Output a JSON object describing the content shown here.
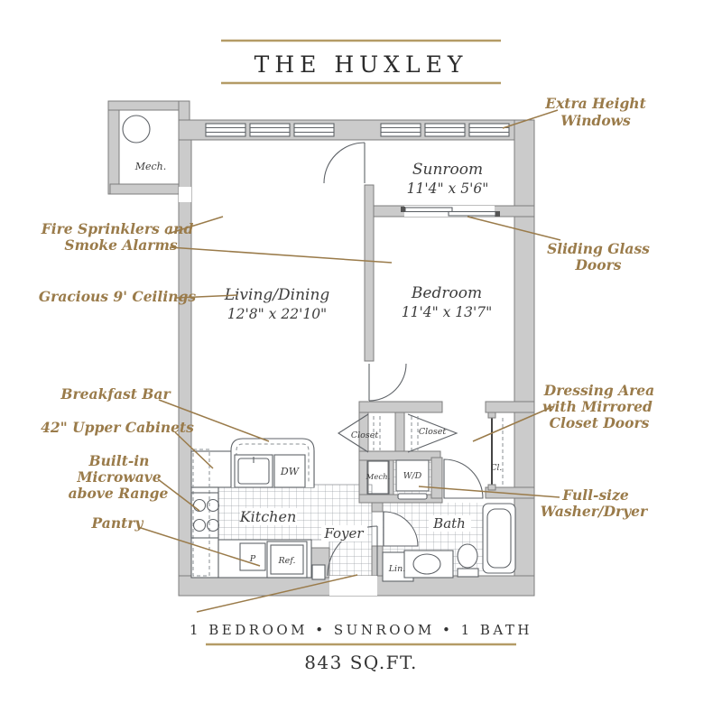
{
  "title": "THE HUXLEY",
  "rooms": {
    "mech_top": "Mech.",
    "sunroom": {
      "name": "Sunroom",
      "dims": "11'4\" x 5'6\""
    },
    "living": {
      "name": "Living/Dining",
      "dims": "12'8\" x 22'10\""
    },
    "bedroom": {
      "name": "Bedroom",
      "dims": "11'4\" x 13'7\""
    },
    "kitchen": "Kitchen",
    "foyer": "Foyer",
    "bath": "Bath",
    "closet_left": "Closet",
    "closet_right": "Closet",
    "mech_small": "Mech.",
    "washer_dryer": "W/D",
    "closet_small": "Cl.",
    "linen": "Lin.",
    "pantry": "P",
    "refrigerator": "Ref.",
    "dishwasher": "DW"
  },
  "annotations": {
    "extra_height_windows": [
      "Extra Height",
      "Windows"
    ],
    "fire_sprinklers": [
      "Fire Sprinklers and",
      "Smoke Alarms"
    ],
    "ceilings": [
      "Gracious 9' Ceilings"
    ],
    "breakfast_bar": [
      "Breakfast Bar"
    ],
    "upper_cabinets": [
      "42\" Upper Cabinets"
    ],
    "microwave": [
      "Built-in",
      "Microwave",
      "above Range"
    ],
    "pantry": [
      "Pantry"
    ],
    "sliding_doors": [
      "Sliding Glass",
      "Doors"
    ],
    "dressing_area": [
      "Dressing Area",
      "with Mirrored",
      "Closet Doors"
    ],
    "washer_dryer": [
      "Full-size",
      "Washer/Dryer"
    ]
  },
  "footer": {
    "summary": "1 BEDROOM • SUNROOM • 1 BATH",
    "area": "843 SQ.FT."
  },
  "colors": {
    "accent_gold": "#9a7b4a",
    "rule_gold": "#b49b66",
    "wall_gray": "#cbcbcb",
    "label_gray": "#3d3d3d"
  }
}
